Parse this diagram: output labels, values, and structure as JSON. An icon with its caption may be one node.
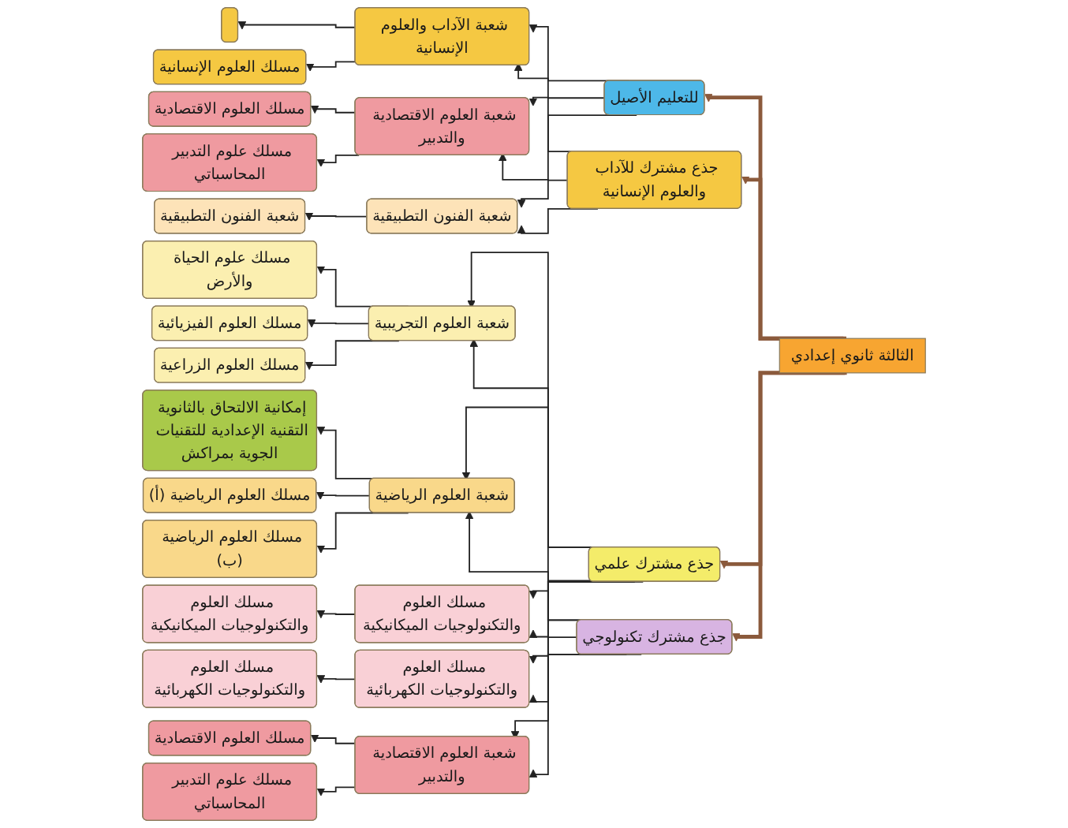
{
  "diagram": {
    "nodes": [
      {
        "text": [
          "الثالثة ثانوي إعدادي"
        ]
      },
      {
        "text": [
          "للتعليم الأصيل"
        ]
      },
      {
        "text": [
          "جذع مشترك للآداب والعلوم الإنسانية"
        ]
      },
      {
        "text": [
          "جذع مشترك علمي"
        ]
      },
      {
        "text": [
          "جذع مشترك تكنولوجي"
        ]
      },
      {
        "text": [
          "شعبة الآداب والعلوم الإنسانية"
        ]
      },
      {
        "text": [
          "شعبة العلوم الاقتصادية والتدبير"
        ]
      },
      {
        "text": [
          "شعبة الفنون التطبيقية"
        ]
      },
      {
        "text": [
          "شعبة العلوم التجريبية"
        ]
      },
      {
        "text": [
          "شعبة العلوم الرياضية"
        ]
      },
      {
        "text": [
          "إمكانية الالتحاق بالثانوية التقنية الإعدادية للتقنيات الجوية بمراكش"
        ]
      },
      {
        "text": [
          "مسلك العلوم والتكنولوجيات الميكانيكية"
        ]
      },
      {
        "text": [
          "مسلك العلوم والتكنولوجيات الكهربائية"
        ]
      },
      {
        "text": [
          "شعبة العلوم الاقتصادية والتدبير"
        ]
      },
      {
        "text": [],
        "shape": "box"
      },
      {
        "text": [
          "مسلك العلوم الإنسانية"
        ]
      },
      {
        "text": [
          "مسلك العلوم الاقتصادية"
        ]
      },
      {
        "text": [
          "مسلك علوم التدبير المحاسباتي"
        ]
      },
      {
        "text": [
          "شعبة الفنون التطبيقية"
        ]
      },
      {
        "text": [
          "مسلك علوم الحياة والأرض"
        ]
      },
      {
        "text": [
          "مسلك العلوم الفيزيائية"
        ]
      },
      {
        "text": [
          "مسلك العلوم الزراعية"
        ]
      },
      {
        "text": [
          "مسلك العلوم الرياضية (أ)"
        ]
      },
      {
        "text": [
          "مسلك العلوم الرياضية (ب)"
        ]
      },
      {
        "text": [
          "مسلك العلوم والتكنولوجيات الميكانيكية"
        ]
      },
      {
        "text": [
          "مسلك العلوم والتكنولوجيات الكهربائية"
        ]
      },
      {
        "text": [
          "مسلك العلوم الاقتصادية"
        ]
      },
      {
        "text": [
          "مسلك علوم التدبير المحاسباتي"
        ]
      }
    ],
    "edges": [
      {
        "from": 0,
        "to": 1,
        "arrow": "to",
        "style": "thick",
        "color": "#8b5a3c"
      },
      {
        "from": 0,
        "to": 2,
        "arrow": "to",
        "style": "thick",
        "color": "#8b5a3c"
      },
      {
        "from": 0,
        "to": 3,
        "arrow": "to",
        "style": "thick",
        "color": "#8b5a3c"
      },
      {
        "from": 0,
        "to": 4,
        "arrow": "to",
        "style": "thick",
        "color": "#8b5a3c"
      },
      {
        "from": 1,
        "to": 5,
        "arrow": "to"
      },
      {
        "from": 1,
        "to": 6,
        "arrow": "to"
      },
      {
        "from": 1,
        "to": 7,
        "arrow": "to"
      },
      {
        "from": 2,
        "to": 5,
        "arrow": "to"
      },
      {
        "from": 2,
        "to": 6,
        "arrow": "to"
      },
      {
        "from": 2,
        "to": 7,
        "arrow": "to"
      },
      {
        "from": 3,
        "to": 8,
        "arrow": "to"
      },
      {
        "from": 3,
        "to": 9,
        "arrow": "to"
      },
      {
        "from": 3,
        "to": 11,
        "arrow": "to"
      },
      {
        "from": 3,
        "to": 12,
        "arrow": "to"
      },
      {
        "from": 3,
        "to": 13,
        "arrow": "to"
      },
      {
        "from": 4,
        "to": 8,
        "arrow": "to"
      },
      {
        "from": 4,
        "to": 9,
        "arrow": "to"
      },
      {
        "from": 4,
        "to": 11,
        "arrow": "to"
      },
      {
        "from": 4,
        "to": 12,
        "arrow": "to"
      },
      {
        "from": 4,
        "to": 13,
        "arrow": "to"
      },
      {
        "from": 9,
        "to": 10,
        "arrow": "to"
      },
      {
        "from": 5,
        "to": 14,
        "arrow": "to"
      },
      {
        "from": 5,
        "to": 15,
        "arrow": "to"
      },
      {
        "from": 6,
        "to": 16,
        "arrow": "to"
      },
      {
        "from": 6,
        "to": 17,
        "arrow": "to"
      },
      {
        "from": 7,
        "to": 18,
        "arrow": "to"
      },
      {
        "from": 8,
        "to": 19,
        "arrow": "to"
      },
      {
        "from": 8,
        "to": 20,
        "arrow": "to"
      },
      {
        "from": 8,
        "to": 21,
        "arrow": "to"
      },
      {
        "from": 9,
        "to": 22,
        "arrow": "to"
      },
      {
        "from": 9,
        "to": 23,
        "arrow": "to"
      },
      {
        "from": 11,
        "to": 24,
        "arrow": "to"
      },
      {
        "from": 12,
        "to": 25,
        "arrow": "to"
      },
      {
        "from": 13,
        "to": 26,
        "arrow": "to"
      },
      {
        "from": 13,
        "to": 27,
        "arrow": "to"
      }
    ]
  }
}
